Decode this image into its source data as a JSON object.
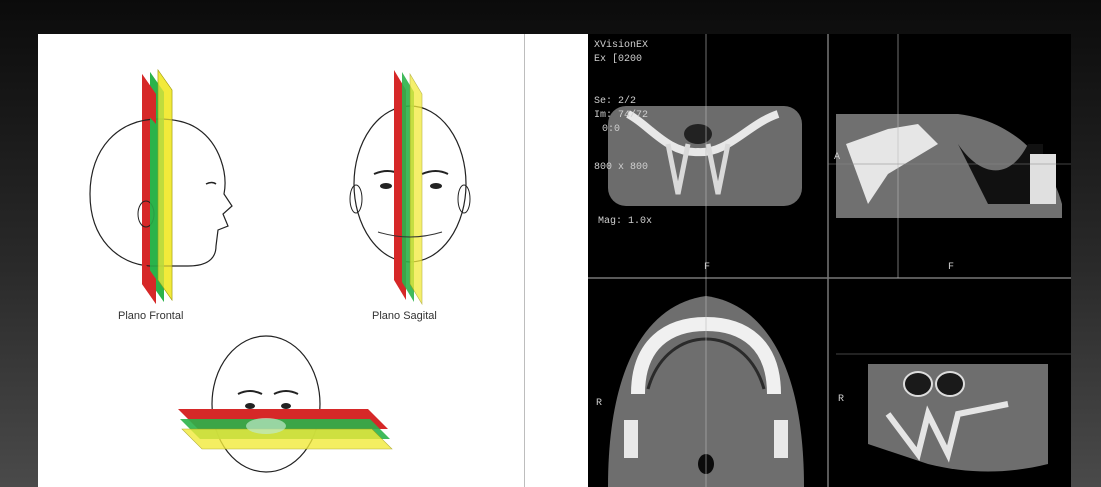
{
  "planes": {
    "frontal_label": "Plano Frontal",
    "sagital_label": "Plano Sagital",
    "axial_label": "",
    "colors": {
      "red": "#d62828",
      "green": "#2bb34a",
      "yellow": "#f2ea3a"
    }
  },
  "ct_viewer": {
    "software": "XVisionEX",
    "ex_value": "Ex [0200",
    "se": "Se: 2/2",
    "im": "Im: 74/72",
    "t_value": "0:0",
    "matrix": "800 x 800",
    "mag": "Mag: 1.0x",
    "quadrant_labels": {
      "coronal": "F",
      "sagittal": "F",
      "axial_side": "R",
      "coronal2_side": "R",
      "sagittal_side": "A"
    }
  }
}
